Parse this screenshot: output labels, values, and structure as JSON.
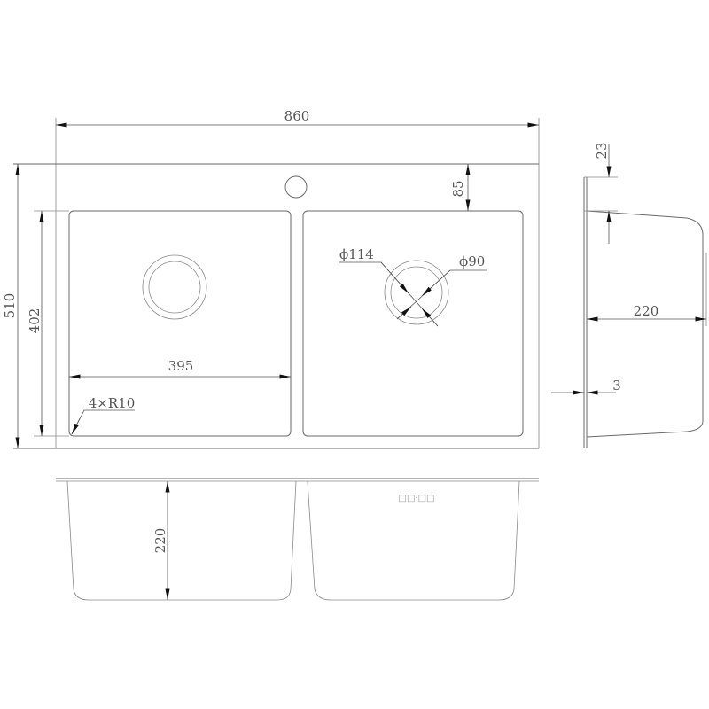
{
  "drawing": {
    "top_view": {
      "overall_width": "860",
      "overall_depth": "510",
      "bowl_depth": "402",
      "bowl_width": "395",
      "corner_radius": "4×R10",
      "back_margin": "85",
      "drain_outer": "ϕ114",
      "drain_inner": "ϕ90"
    },
    "side_view": {
      "flange_offset": "23",
      "depth": "220",
      "thickness": "3"
    },
    "front_view": {
      "depth": "220",
      "marking": "□□·□□"
    }
  }
}
